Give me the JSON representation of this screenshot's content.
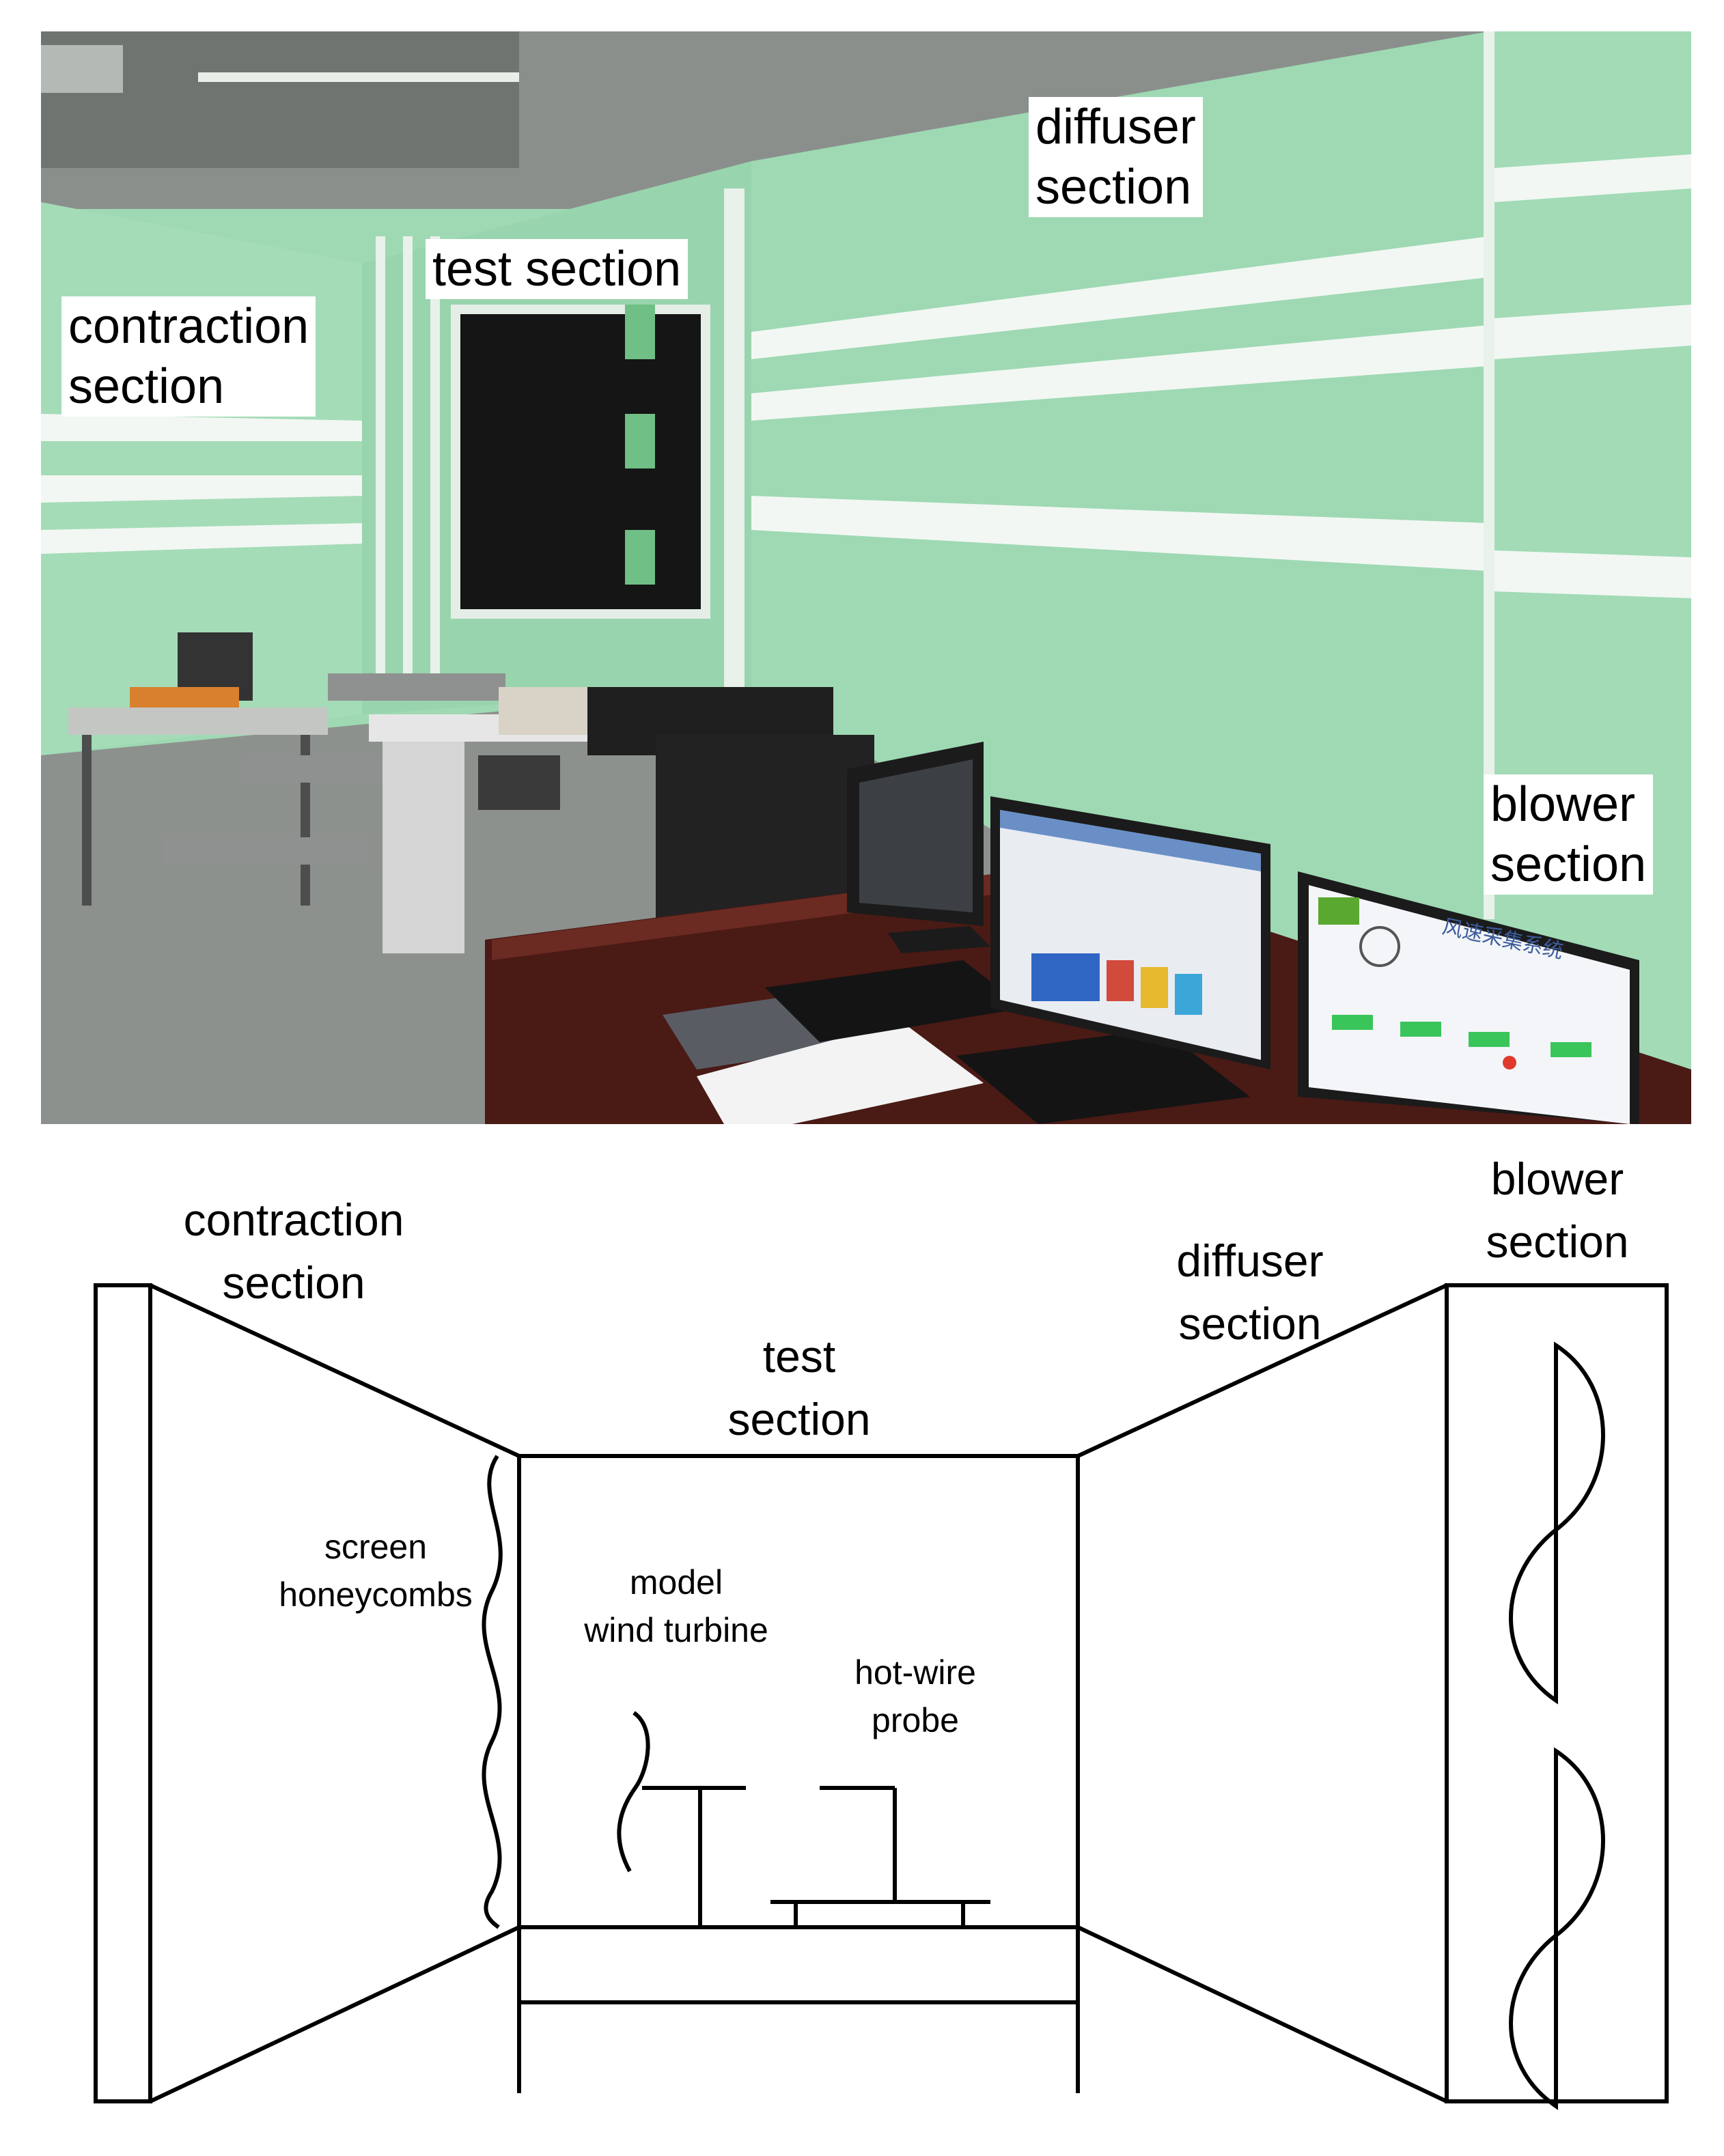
{
  "photo": {
    "labels": {
      "diffuser": "diffuser\nsection",
      "test": "test section",
      "contraction": "contraction\nsection",
      "blower": "blower\nsection"
    },
    "monitor_window_title": "风速采集系统"
  },
  "diagram": {
    "labels": {
      "contraction": "contraction\nsection",
      "test": "test\nsection",
      "diffuser": "diffuser\nsection",
      "blower": "blower\nsection",
      "screen": "screen\nhoneycombs",
      "turbine": "model\nwind turbine",
      "probe": "hot-wire\nprobe"
    }
  },
  "colors": {
    "tunnel_green": "#9ed9b3",
    "stripe": "#f2f7f3",
    "line": "#000000"
  }
}
